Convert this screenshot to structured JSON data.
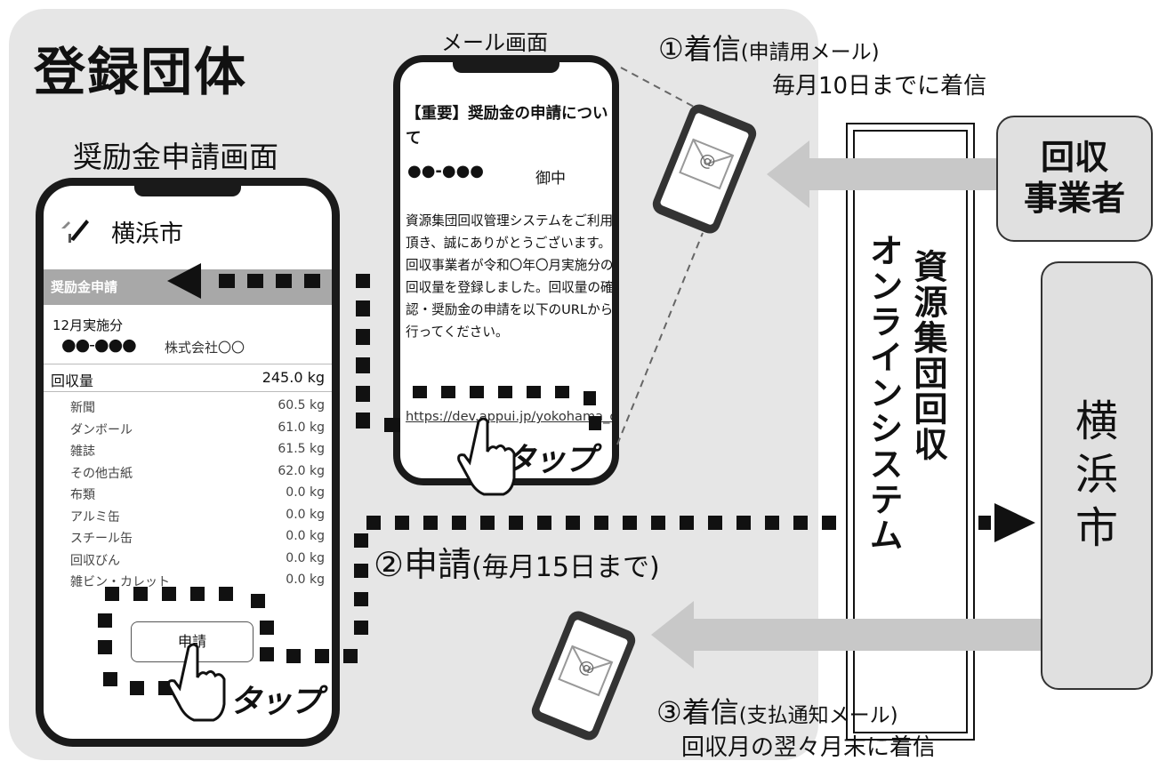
{
  "panel": {
    "title": "登録団体",
    "app_caption": "奨励金申請画面"
  },
  "app_phone": {
    "city_name": "横浜市",
    "bar_label": "奨励金申請",
    "period": "12月実施分",
    "group_dots": "●●-●●●",
    "company": "株式会社〇〇",
    "total_label": "回収量",
    "total_value": "245.0 kg",
    "items": [
      {
        "name": "新聞",
        "value": "60.5 kg"
      },
      {
        "name": "ダンボール",
        "value": "61.0 kg"
      },
      {
        "name": "雑誌",
        "value": "61.5 kg"
      },
      {
        "name": "その他古紙",
        "value": "62.0 kg"
      },
      {
        "name": "布類",
        "value": "0.0 kg"
      },
      {
        "name": "アルミ缶",
        "value": "0.0 kg"
      },
      {
        "name": "スチール缶",
        "value": "0.0 kg"
      },
      {
        "name": "回収びん",
        "value": "0.0 kg"
      },
      {
        "name": "雑ビン・カレット",
        "value": "0.0 kg"
      }
    ],
    "apply_button": "申請"
  },
  "mail": {
    "caption": "メール画面",
    "subject": "【重要】奨励金の申請について",
    "recipient": "●●-●●●",
    "honorific": "御中",
    "body": "資源集団回収管理システムをご利用頂き、誠にありがとうございます。回収事業者が令和〇年〇月実施分の回収量を登録しました。回収量の確認・奨励金の申請を以下のURLから行ってください。",
    "url": "https://dev.appui.jp/yokohama_dev/html/index.html"
  },
  "steps": {
    "incoming1_main": "①着信",
    "incoming1_sub": "(申請用メール)",
    "incoming1_note": "毎月10日までに着信",
    "apply_main": "②申請",
    "apply_sub": "(毎月15日まで)",
    "incoming3_main": "③着信",
    "incoming3_sub": "(支払通知メール)",
    "incoming3_note": "回収月の翌々月末に着信",
    "tap": "タップ"
  },
  "system": {
    "line1": "資源集団回収",
    "line2": "オンラインシステム"
  },
  "collector": {
    "line1": "回収",
    "line2": "事業者"
  },
  "city_box": {
    "line1": "横",
    "line2": "浜",
    "line3": "市"
  },
  "icons": [
    "mail-at-icon",
    "hand-pointer-icon",
    "city-logo-icon"
  ],
  "colors": {
    "panel_bg": "#e6e6e6",
    "arrow_gray": "#c8c8c8",
    "dark": "#111111"
  }
}
